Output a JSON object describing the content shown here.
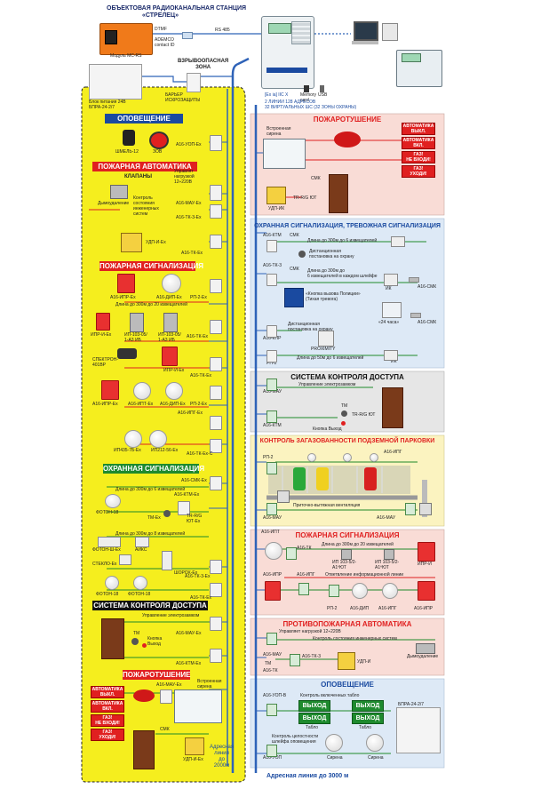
{
  "header": {
    "title_line1": "ОБЪЕКТОВАЯ РАДИОКАНАЛЬНАЯ СТАНЦИЯ",
    "title_line2": "«СТРЕЛЕЦ»",
    "module_label": "Модуль МС-RS",
    "dtmf_label": "DTMF",
    "ademco_label": "ADEMCO\ncontact ID",
    "rs485_label": "RS 485",
    "psu_label": "Блок питания 24В\nБПРА-24-2/7",
    "barrier_label": "БАРЬЕР\nИСКРОЗАЩИТЫ",
    "explosive_zone": "ВЗРЫВООПАСНАЯ\nЗОНА",
    "memory_label": "Memory\ncard",
    "usb_label": "USB",
    "exia_label": "[Ex ia] IIC X",
    "lines_info_1": "2 ЛИНИИ 128 АДРЕСОВ",
    "lines_info_2": "32 ВИРТУАЛЬНЫХ ШС (32 ЗОНЫ ОХРАНЫ)"
  },
  "left": {
    "notif_title": "ОПОВЕЩЕНИЕ",
    "shmel": "ШМЕЛЬ-12",
    "zov": "ЗОВ",
    "a16_uop": "А16-УОП-Ex",
    "fire_auto_title": "ПОЖАРНАЯ АВТОМАТИКА",
    "valves": "КЛАПАНЫ",
    "load_ctrl": "Управлят\nнагрузкой\n12÷220В",
    "smoke_remove": "Дымоудаление",
    "eng_ctrl": "Контроль\nсостояния\nинженерных\nсистем",
    "a16_mau1": "А16-МАУ-Ex",
    "a16_tk3": "А16-ТК-3-Ex",
    "udp_i": "УДП-И-Ex",
    "a16_tk1": "А16-ТК-Ex",
    "fire_sig_title": "ПОЖАРНАЯ СИГНАЛИЗАЦИЯ",
    "a16_ipr1": "А16-ИПР-Ex",
    "a16_dip1": "А16-ДИП-Ex",
    "rp2": "РП-2-Ex",
    "len_20": "Длина до 300м до 20 извещателей",
    "ipr_i": "ИПР-И-Ex",
    "ip103_1": "ИП-103-05/\n1-А3 ИБ",
    "ip103_2": "ИП-103-05/\n1-А3 ИБ",
    "a16_tk2": "А16-ТК-Ex",
    "spektron": "СПЕКТРОН-\n401ВР",
    "ipr_i2": "ИПР-И-Ex",
    "a16_tk4": "А16-ТК-Ex",
    "a16_ipr2": "А16-ИПР-Ex",
    "a16_ipt": "А16-ИПТ-Ex",
    "a16_dip2": "А16-ДИП-Ex",
    "rp2b": "РП-2-Ex",
    "a16_ipg": "А16-ИПГ-Ex",
    "ip435": "ИП435-7Б-Ex",
    "ip212": "ИП212-56-Ex",
    "a16_tkc": "А16-ТК-Ex-C",
    "sec_title": "ОХРАННАЯ СИГНАЛИЗАЦИЯ",
    "a16_smk": "А16-СМК-Ex",
    "len_6": "Длина до 300м до 6 извещателей",
    "foton18": "ФОТОН-18",
    "tm_ex": "ТМ-Ex",
    "a16_ktm": "А16-КТМ-Ex",
    "trrg": "TR-R/G\nЮТ-Ex",
    "len_8": "Длина до 300м до 8 извещателей",
    "foton_sh": "ФОТОН-Ш-Ex",
    "aniks": "АЙКС",
    "a16_tk3b": "А16-ТК-3-Ex",
    "steklo": "СТЕКЛО-Ex",
    "shoroh": "ШОРОХ-Ex",
    "foton18b": "ФОТОН-18",
    "foton18c": "ФОТОН-18",
    "a16_tk5": "А16-ТК-Ex",
    "acc_title": "СИСТЕМА КОНТРОЛЯ ДОСТУПА",
    "lock_ctrl": "Управление электрозамком",
    "a16_mau2": "А16-МАУ-Ex",
    "tm": "ТМ",
    "exit_btn": "Кнопка\nВыход",
    "a16_ktm2": "А16-КТМ-Ex",
    "ext_title": "ПОЖАРОТУШЕНИЕ",
    "a16_mau3": "А16-МАУ-Ex",
    "siren": "Встроенная\nсирена",
    "auto_off": "АВТОМАТИКА\nВЫКЛ.",
    "auto_on": "АВТОМАТИКА\nВКЛ.",
    "gas_no": "ГАЗ!\nНЕ ВХОДИ!",
    "gas_out": "ГАЗ!\nУХОДИ!",
    "smk": "СМК",
    "udp_i2": "УДП-И-Ex",
    "addr_line": "Адресная\nлиния\nдо\n2000м"
  },
  "right": {
    "ext_title": "ПОЖАРОТУШЕНИЕ",
    "siren": "Встроенная\nсирена",
    "auto_off": "АВТОМАТИКА\nВЫКЛ.",
    "auto_on": "АВТОМАТИКА\nВКЛ.",
    "gas_no": "ГАЗ!\nНЕ ВХОДИ!",
    "gas_out": "ГАЗ!\nУХОДИ!",
    "smk": "СМК",
    "udp_ik": "УДП-ИК",
    "trrg": "TR-R/G ЮТ",
    "sec_title": "ОХРАННАЯ СИГНАЛИЗАЦИЯ, ТРЕВОЖНАЯ СИГНАЛИЗАЦИЯ",
    "a16_ktm": "А16-КТМ",
    "smk2": "СМК",
    "len_6": "Длина до 300м до 6 извещателей",
    "remote_arm": "Дистанционная\nпостановка на охрану",
    "a16_tk3": "А16-ТК-3",
    "smk3": "СМК",
    "len_6b": "Длина до 300м до\n6 извещателей в каждом шлейфе",
    "ik": "ИК",
    "police_btn": "«Кнопка вызова Полиции»\n(Тихая тревога)",
    "a16_smk": "А16-СМК",
    "h24": "«24 часа»",
    "a16_smk2": "А16-СМК",
    "remote_arm2": "Дистанционная\nпостановка на охрану",
    "a16_kpr": "А16-КПР",
    "proximity": "PROXIMITY",
    "rp2": "РП-2",
    "len_50": "Длина до 50м до 6 извещателей",
    "ik2": "ИК",
    "acc_title": "СИСТЕМА КОНТРОЛЯ ДОСТУПА",
    "a16_mau": "А16-МАУ",
    "lock_ctrl": "Управление электрозамком",
    "tm": "ТМ",
    "a16_ktm2": "А16-КТМ",
    "trrg2": "TR-R/G ЮТ",
    "exit_btn": "Кнопка Выход",
    "park_title": "КОНТРОЛЬ ЗАГАЗОВАННОСТИ ПОДЗЕМНОЙ ПАРКОВКИ",
    "rp2b": "РП-2",
    "a16_ipg": "А16-ИПГ",
    "a16_mau2": "А16-МАУ",
    "vent": "Приточно-вытяжная вентиляция",
    "a16_mau3": "А16-МАУ",
    "fire_sig_title": "ПОЖАРНАЯ СИГНАЛИЗАЦИЯ",
    "a16_ipt": "А16-ИПТ",
    "a16_tk": "А16-ТК",
    "len_20": "Длина до 300м до 20 извещателей",
    "ip103a": "ИП 103-5/2-\nА1ºЮТ",
    "ip103b": "ИП 103-5/2-\nА1ºЮТ",
    "ipr_i": "ИПР-И",
    "a16_ipr": "А16-ИПР",
    "a16_ipg2": "А16-ИПГ",
    "branch": "Ответвление информационной линии",
    "rp2c": "РП-2",
    "a16_dip": "А16-ДИП",
    "a16_ipg3": "А16-ИПГ",
    "a16_ipr2": "А16-ИПР",
    "auto_title": "ПРОТИВОПОЖАРНАЯ АВТОМАТИКА",
    "a16_mau4": "А16-МАУ",
    "load_ctrl": "Управляет нагрузкой 12÷220В",
    "eng_ctrl": "Контроль состояния инженерных систем",
    "smoke_remove": "Дымоудаление",
    "a16_tk3b": "А16-ТК-3",
    "tm2": "ТМ",
    "udp_i": "УДП-И",
    "a16_tk2": "А16-ТК",
    "notif_title": "ОПОВЕЩЕНИЕ",
    "a16_uop": "А16-УОП-В",
    "boards_ctrl": "Контроль включенных табло",
    "exit1": "ВЫХОД",
    "exit2": "ВЫХОД",
    "exit3": "ВЫХОД",
    "exit4": "ВЫХОД",
    "tablo1": "Табло",
    "tablo2": "Табло",
    "bpra": "БПРА-24-2/7",
    "integrity": "Контроль целостности\nшлейфа оповещения",
    "a16_uop2": "А16-УОП",
    "siren1": "Сирена",
    "siren2": "Сирена",
    "addr_line": "Адресная линия до 3000 м"
  },
  "colors": {
    "yellow_zone": "#f5ee1e",
    "red_bg": "#f9dcd6",
    "blue_bg": "#dde9f6",
    "gray_bg": "#e6e6e6",
    "park_bg": "#fbf3c0",
    "blue_line": "#2f63b8",
    "green_line": "#1f8a2a",
    "red_line": "#e02020"
  }
}
